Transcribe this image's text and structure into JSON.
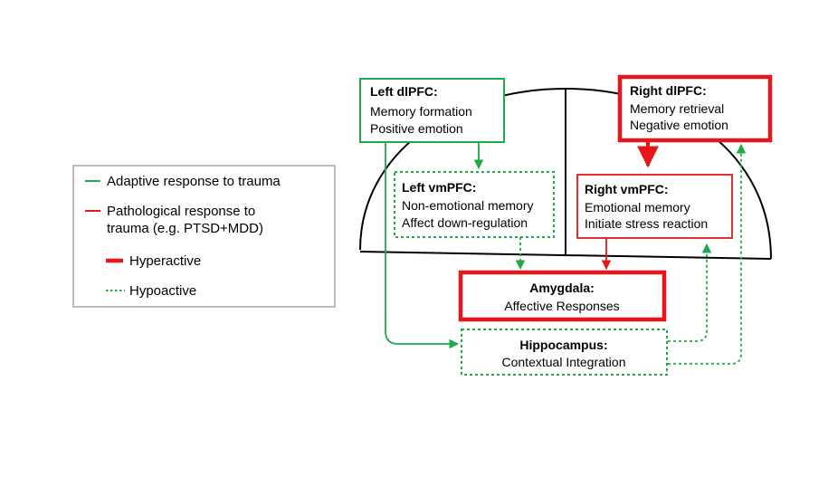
{
  "colors": {
    "adaptive": "#1faa47",
    "pathological": "#e8161b",
    "outline": "#000000",
    "legend_border": "#a6a6a6"
  },
  "legend": {
    "adaptive": "Adaptive response to trauma",
    "pathological_line1": "Pathological response to",
    "pathological_line2": "trauma (e.g. PTSD+MDD)",
    "hyperactive": "Hyperactive",
    "hypoactive": "Hypoactive"
  },
  "nodes": {
    "left_dlpfc": {
      "title": "Left dlPFC:",
      "line1": "Memory formation",
      "line2": "Positive emotion"
    },
    "right_dlpfc": {
      "title": "Right dlPFC:",
      "line1": "Memory retrieval",
      "line2": "Negative emotion"
    },
    "left_vmpfc": {
      "title": "Left vmPFC:",
      "line1": "Non-emotional memory",
      "line2": "Affect down-regulation"
    },
    "right_vmpfc": {
      "title": "Right vmPFC:",
      "line1": "Emotional memory",
      "line2": "Initiate stress reaction"
    },
    "amygdala": {
      "title": "Amygdala:",
      "line1": "Affective Responses"
    },
    "hippocampus": {
      "title": "Hippocampus:",
      "line1": "Contextual Integration"
    }
  }
}
